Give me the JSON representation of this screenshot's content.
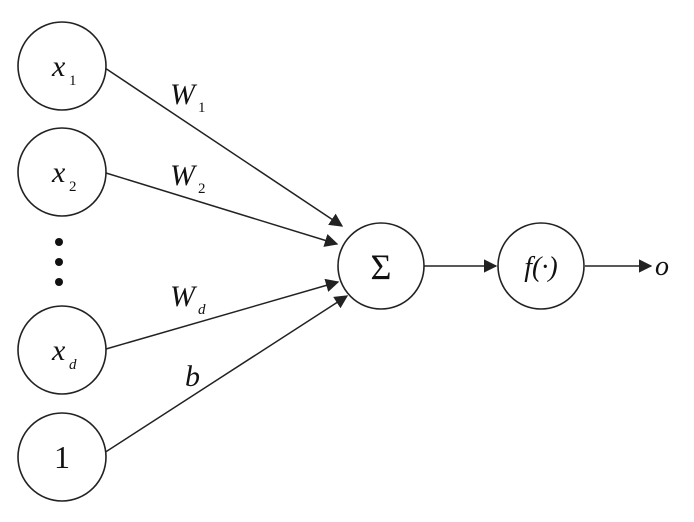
{
  "inputs": {
    "x1": {
      "main": "x",
      "sub": "1"
    },
    "x2": {
      "main": "x",
      "sub": "2"
    },
    "xd": {
      "main": "x",
      "sub": "d"
    },
    "bias": {
      "main": "1"
    }
  },
  "weights": {
    "w1": {
      "main": "W",
      "sub": "1"
    },
    "w2": {
      "main": "W",
      "sub": "2"
    },
    "wd": {
      "main": "W",
      "sub": "d"
    },
    "b": {
      "main": "b"
    }
  },
  "sum_node": {
    "symbol": "Σ"
  },
  "activation_node": {
    "label": "f(·)"
  },
  "output": {
    "label": "o"
  }
}
